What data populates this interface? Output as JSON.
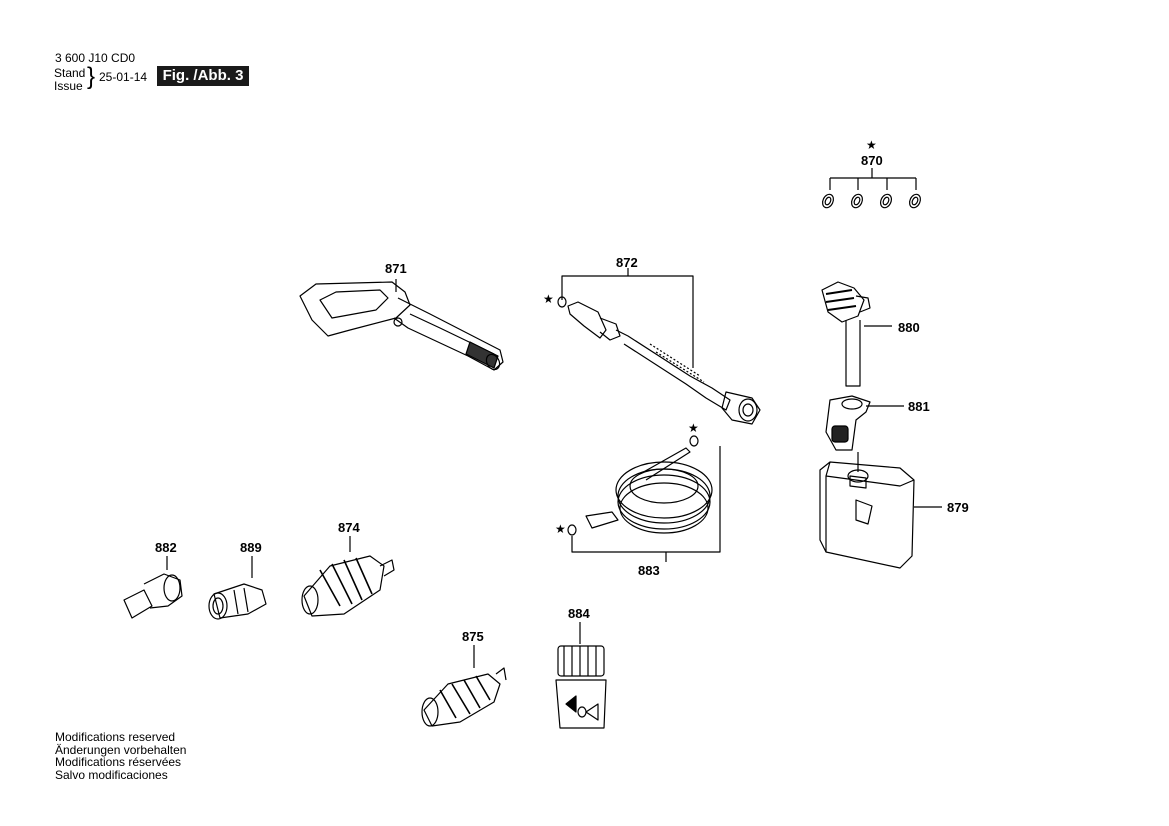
{
  "header": {
    "doc_number": "3 600 J10 CD0",
    "stand": "Stand",
    "issue": "Issue",
    "date": "25-01-14",
    "figure": "Fig. /Abb. 3"
  },
  "notes": [
    "Modifications reserved",
    "Änderungen vorbehalten",
    "Modifications réservées",
    "Salvo modificaciones"
  ],
  "marker": "★",
  "parts": {
    "p870": "870",
    "p871": "871",
    "p872": "872",
    "p874": "874",
    "p875": "875",
    "p879": "879",
    "p880": "880",
    "p881": "881",
    "p882": "882",
    "p883": "883",
    "p884": "884",
    "p889": "889"
  }
}
